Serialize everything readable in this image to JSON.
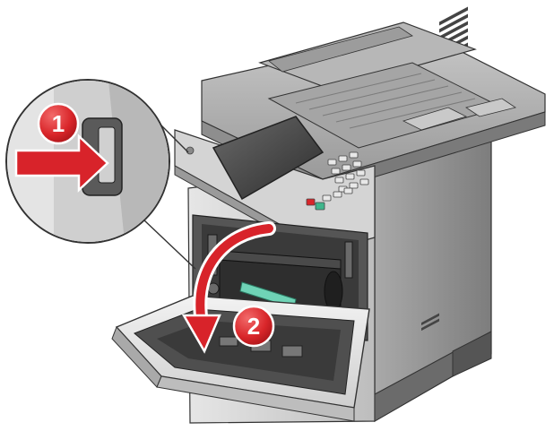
{
  "illustration": {
    "subject": "printer-front-door-opening",
    "colors": {
      "body": "#d9d9d9",
      "body_dark": "#8c8c8c",
      "outline": "#333333",
      "screen": "#4a4a4a",
      "toner": "#2e2e2e",
      "toner_handle": "#6fd3b6",
      "callout_red": "#d9262a",
      "arrow_red": "#d8232a"
    }
  },
  "steps": [
    {
      "number": "1"
    },
    {
      "number": "2"
    }
  ]
}
